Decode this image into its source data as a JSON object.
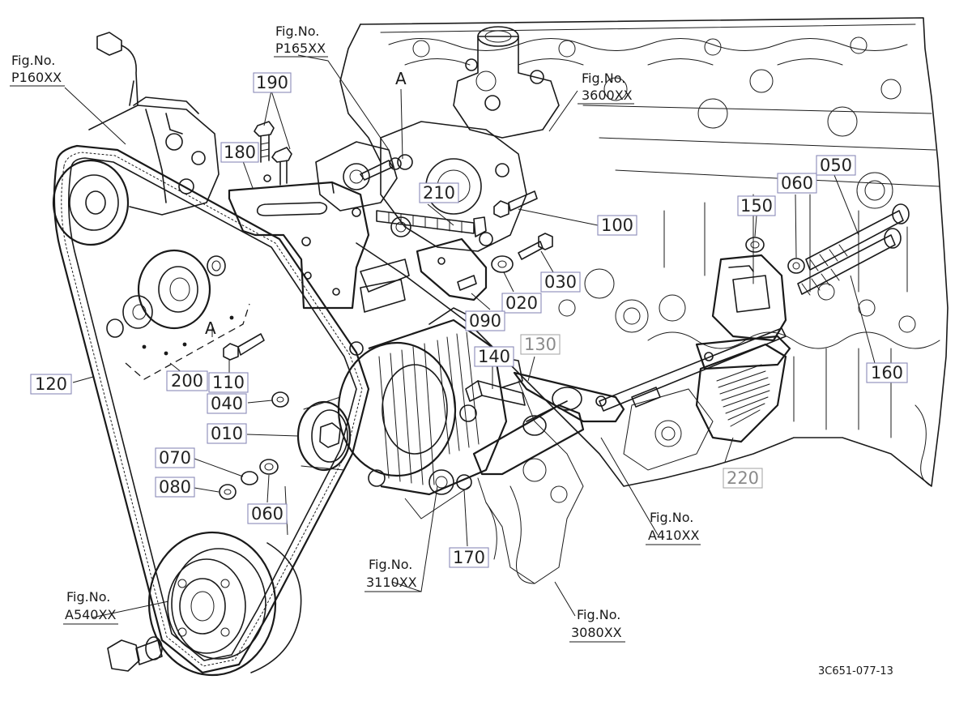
{
  "callouts": [
    {
      "id": "190",
      "label": "190"
    },
    {
      "id": "180",
      "label": "180"
    },
    {
      "id": "210",
      "label": "210"
    },
    {
      "id": "100",
      "label": "100"
    },
    {
      "id": "150",
      "label": "150"
    },
    {
      "id": "060a",
      "label": "060"
    },
    {
      "id": "050",
      "label": "050"
    },
    {
      "id": "030",
      "label": "030"
    },
    {
      "id": "020",
      "label": "020"
    },
    {
      "id": "090",
      "label": "090"
    },
    {
      "id": "130",
      "label": "130"
    },
    {
      "id": "140",
      "label": "140"
    },
    {
      "id": "160",
      "label": "160"
    },
    {
      "id": "120",
      "label": "120"
    },
    {
      "id": "200",
      "label": "200"
    },
    {
      "id": "110",
      "label": "110"
    },
    {
      "id": "040",
      "label": "040"
    },
    {
      "id": "010",
      "label": "010"
    },
    {
      "id": "070",
      "label": "070"
    },
    {
      "id": "080",
      "label": "080"
    },
    {
      "id": "060b",
      "label": "060"
    },
    {
      "id": "170",
      "label": "170"
    },
    {
      "id": "220",
      "label": "220"
    }
  ],
  "references": [
    {
      "id": "p160",
      "line1": "Fig.No.",
      "line2": "P160XX"
    },
    {
      "id": "p165",
      "line1": "Fig.No.",
      "line2": "P165XX"
    },
    {
      "id": "r3600",
      "line1": "Fig.No.",
      "line2": "3600XX"
    },
    {
      "id": "a410",
      "line1": "Fig.No.",
      "line2": "A410XX"
    },
    {
      "id": "r3110",
      "line1": "Fig.No.",
      "line2": "3110XX"
    },
    {
      "id": "r3080",
      "line1": "Fig.No.",
      "line2": "3080XX"
    },
    {
      "id": "a540",
      "line1": "Fig.No.",
      "line2": "A540XX"
    }
  ],
  "markers": {
    "a_top": "A",
    "a_bottom": "A"
  },
  "drawing_number": "3C651-077-13"
}
